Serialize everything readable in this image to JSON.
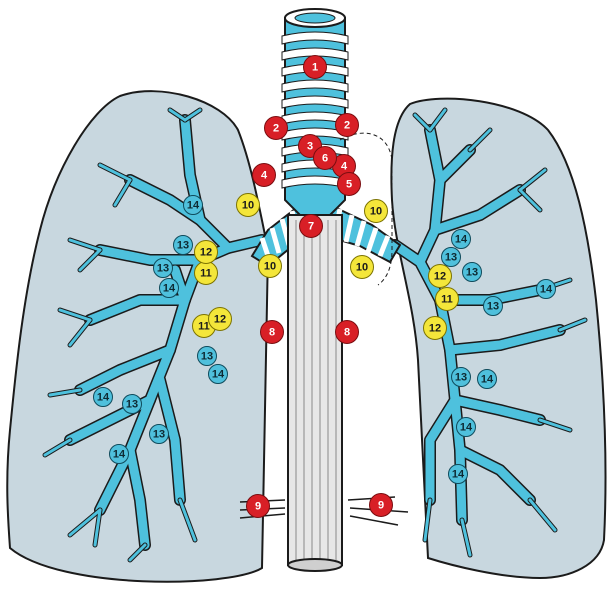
{
  "colors": {
    "lung_fill": "#c8d7df",
    "lung_stroke": "#1b1b1b",
    "airway": "#4ec1dd",
    "airway_dark": "#2a8fae",
    "cartilage": "#ffffff",
    "esophagus": "#e7e7e7",
    "node_red": "#d81f26",
    "node_yellow": "#f4e63a",
    "node_blue": "#4fc0dc"
  },
  "node_groups": {
    "red": {
      "color_name": "red"
    },
    "yellow": {
      "color_name": "yellow"
    },
    "blue": {
      "color_name": "blue"
    }
  },
  "nodes": [
    {
      "label": "1",
      "group": "red",
      "id": "red-1"
    },
    {
      "label": "2",
      "group": "red",
      "id": "red-2-right"
    },
    {
      "label": "2",
      "group": "red",
      "id": "red-2-left"
    },
    {
      "label": "3",
      "group": "red",
      "id": "red-3"
    },
    {
      "label": "4",
      "group": "red",
      "id": "red-4-right"
    },
    {
      "label": "4",
      "group": "red",
      "id": "red-4-left"
    },
    {
      "label": "5",
      "group": "red",
      "id": "red-5"
    },
    {
      "label": "6",
      "group": "red",
      "id": "red-6"
    },
    {
      "label": "7",
      "group": "red",
      "id": "red-7"
    },
    {
      "label": "8",
      "group": "red",
      "id": "red-8-right"
    },
    {
      "label": "8",
      "group": "red",
      "id": "red-8-left"
    },
    {
      "label": "9",
      "group": "red",
      "id": "red-9-right"
    },
    {
      "label": "9",
      "group": "red",
      "id": "red-9-left"
    },
    {
      "label": "10",
      "group": "yellow",
      "id": "yellow-10-a"
    },
    {
      "label": "10",
      "group": "yellow",
      "id": "yellow-10-b"
    },
    {
      "label": "10",
      "group": "yellow",
      "id": "yellow-10-c"
    },
    {
      "label": "10",
      "group": "yellow",
      "id": "yellow-10-d"
    },
    {
      "label": "11",
      "group": "yellow",
      "id": "yellow-11-a"
    },
    {
      "label": "11",
      "group": "yellow",
      "id": "yellow-11-b"
    },
    {
      "label": "11",
      "group": "yellow",
      "id": "yellow-11-c"
    },
    {
      "label": "12",
      "group": "yellow",
      "id": "yellow-12-a"
    },
    {
      "label": "12",
      "group": "yellow",
      "id": "yellow-12-b"
    },
    {
      "label": "12",
      "group": "yellow",
      "id": "yellow-12-c"
    },
    {
      "label": "12",
      "group": "yellow",
      "id": "yellow-12-d"
    },
    {
      "label": "13",
      "group": "blue",
      "id": "blue-13-a"
    },
    {
      "label": "13",
      "group": "blue",
      "id": "blue-13-b"
    },
    {
      "label": "13",
      "group": "blue",
      "id": "blue-13-c"
    },
    {
      "label": "13",
      "group": "blue",
      "id": "blue-13-d"
    },
    {
      "label": "13",
      "group": "blue",
      "id": "blue-13-e"
    },
    {
      "label": "13",
      "group": "blue",
      "id": "blue-13-f"
    },
    {
      "label": "13",
      "group": "blue",
      "id": "blue-13-g"
    },
    {
      "label": "13",
      "group": "blue",
      "id": "blue-13-h"
    },
    {
      "label": "13",
      "group": "blue",
      "id": "blue-13-i"
    },
    {
      "label": "14",
      "group": "blue",
      "id": "blue-14-a"
    },
    {
      "label": "14",
      "group": "blue",
      "id": "blue-14-b"
    },
    {
      "label": "14",
      "group": "blue",
      "id": "blue-14-c"
    },
    {
      "label": "14",
      "group": "blue",
      "id": "blue-14-d"
    },
    {
      "label": "14",
      "group": "blue",
      "id": "blue-14-e"
    },
    {
      "label": "14",
      "group": "blue",
      "id": "blue-14-f"
    },
    {
      "label": "14",
      "group": "blue",
      "id": "blue-14-g"
    },
    {
      "label": "14",
      "group": "blue",
      "id": "blue-14-h"
    },
    {
      "label": "14",
      "group": "blue",
      "id": "blue-14-i"
    },
    {
      "label": "14",
      "group": "blue",
      "id": "blue-14-j"
    }
  ]
}
